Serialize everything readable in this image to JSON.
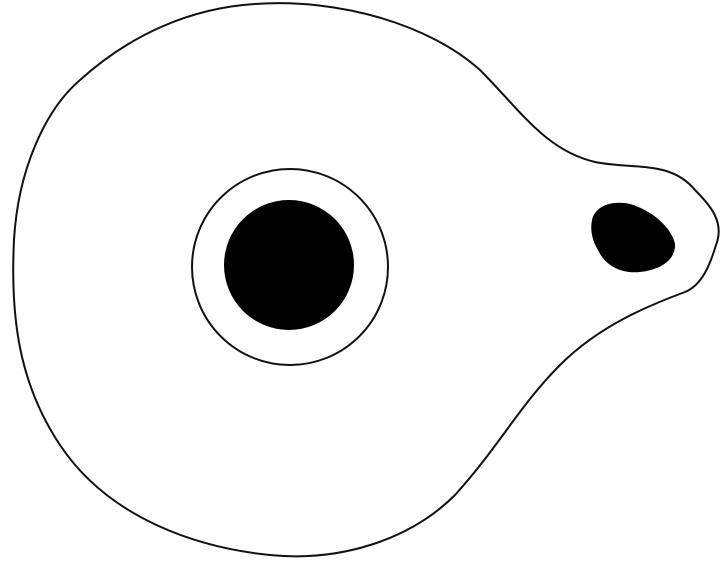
{
  "diagram": {
    "kind": "oil-lamp-outline",
    "colors": {
      "background": "#ffffff",
      "stroke": "#111111",
      "fill": "#000000"
    },
    "parts": [
      "body-outline",
      "filling-hole-ring",
      "filling-hole",
      "wick-hole"
    ]
  }
}
